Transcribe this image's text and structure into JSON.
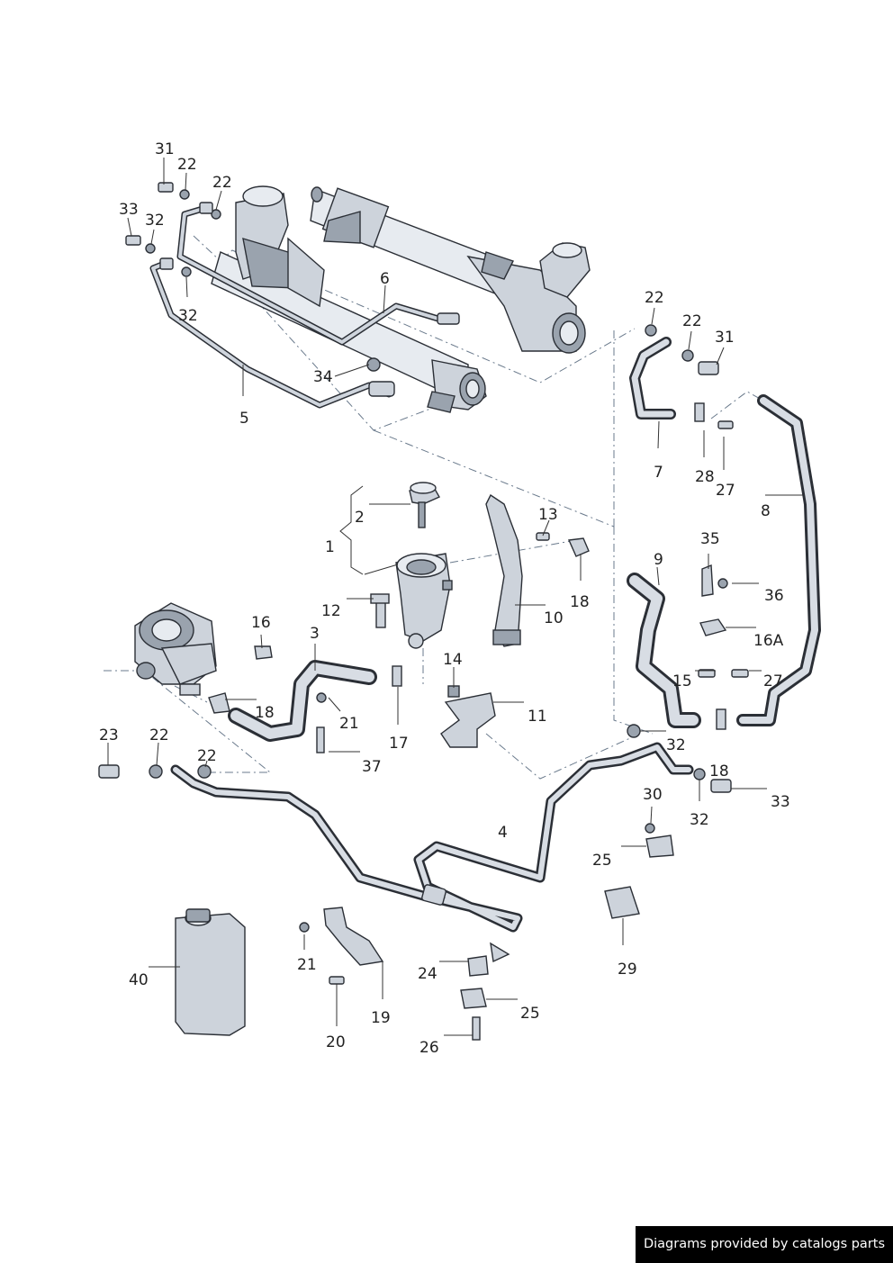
{
  "callouts": {
    "c1": "1",
    "c2": "2",
    "c3": "3",
    "c4": "4",
    "c5": "5",
    "c6": "6",
    "c7": "7",
    "c8": "8",
    "c9": "9",
    "c10": "10",
    "c11": "11",
    "c12": "12",
    "c13": "13",
    "c14": "14",
    "c15": "15",
    "c16": "16",
    "c16a": "16A",
    "c17": "17",
    "c18a": "18",
    "c18b": "18",
    "c18c": "18",
    "c19": "19",
    "c20": "20",
    "c21a": "21",
    "c21b": "21",
    "c22a": "22",
    "c22b": "22",
    "c22c": "22",
    "c22d": "22",
    "c22e": "22",
    "c22f": "22",
    "c23": "23",
    "c24": "24",
    "c25a": "25",
    "c25b": "25",
    "c26": "26",
    "c27a": "27",
    "c27b": "27",
    "c28": "28",
    "c29": "29",
    "c30": "30",
    "c31a": "31",
    "c31b": "31",
    "c32a": "32",
    "c32b": "32",
    "c32c": "32",
    "c32d": "32",
    "c33a": "33",
    "c33b": "33",
    "c34": "34",
    "c35": "35",
    "c36": "36",
    "c37": "37",
    "c40": "40"
  },
  "footer": {
    "text": "Diagrams provided by catalogs parts"
  }
}
